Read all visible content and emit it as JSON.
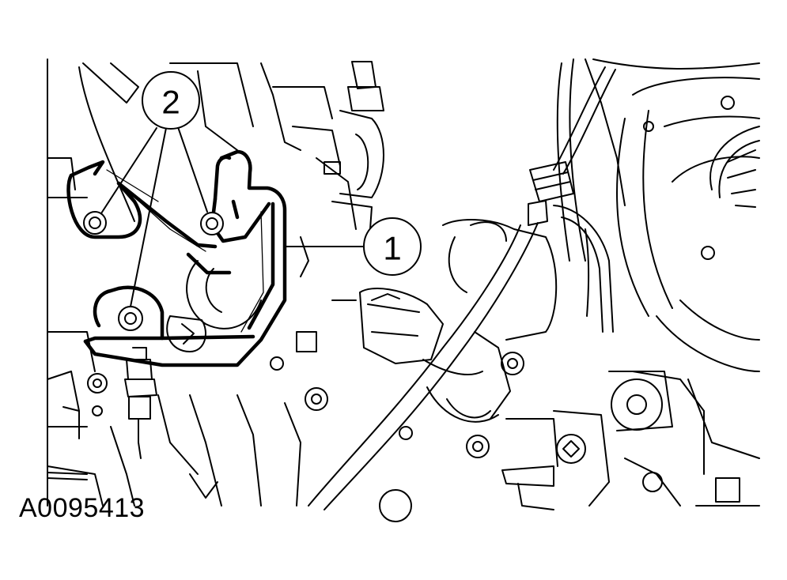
{
  "figure": {
    "id_label": "A0095413"
  },
  "callouts": [
    {
      "number": "1",
      "part": "bracket"
    },
    {
      "number": "2",
      "part": "bolts"
    }
  ],
  "colors": {
    "background": "#ffffff",
    "line": "#000000"
  }
}
